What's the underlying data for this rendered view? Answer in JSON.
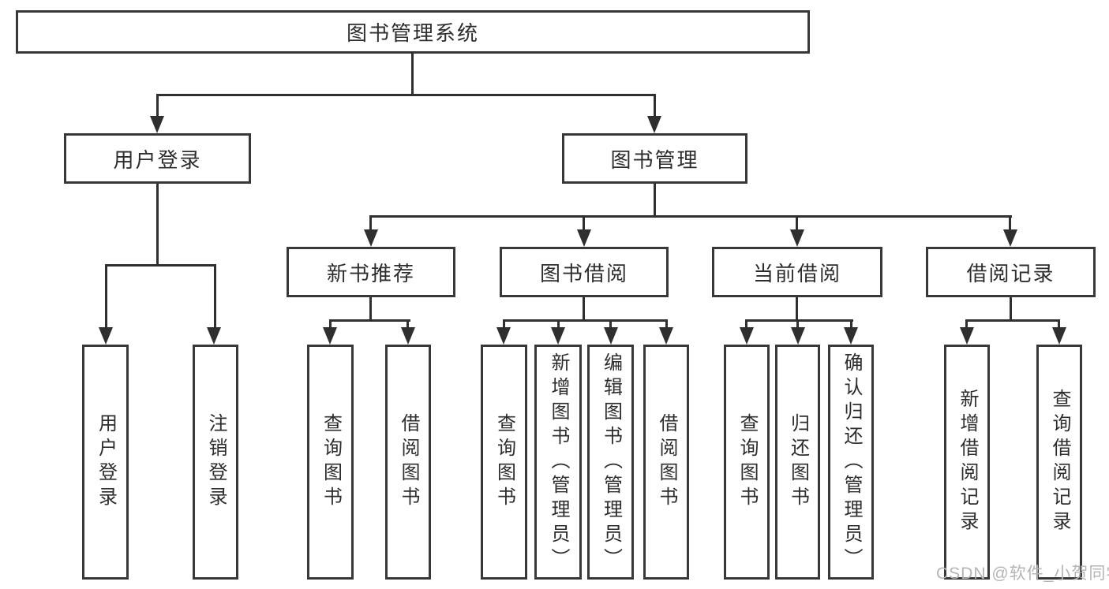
{
  "diagram": {
    "root": {
      "label": "图书管理系统"
    },
    "user_login": {
      "label": "用户登录",
      "children": [
        {
          "label": "用户登录"
        },
        {
          "label": "注销登录"
        }
      ]
    },
    "book_mgmt": {
      "label": "图书管理",
      "children": [
        {
          "label": "新书推荐",
          "children": [
            {
              "label": "查询图书"
            },
            {
              "label": "借阅图书"
            }
          ]
        },
        {
          "label": "图书借阅",
          "children": [
            {
              "label": "查询图书"
            },
            {
              "label": "新增图书（管理员）"
            },
            {
              "label": "编辑图书（管理员）"
            },
            {
              "label": "借阅图书"
            }
          ]
        },
        {
          "label": "当前借阅",
          "children": [
            {
              "label": "查询图书"
            },
            {
              "label": "归还图书"
            },
            {
              "label": "确认归还（管理员）"
            }
          ]
        },
        {
          "label": "借阅记录",
          "children": [
            {
              "label": "新增借阅记录"
            },
            {
              "label": "查询借阅记录"
            }
          ]
        }
      ]
    }
  },
  "watermark": {
    "text": "CSDN @软件_小贺同学"
  },
  "colors": {
    "background": "#ffffff",
    "line": "#2f2f2f",
    "box_border": "#383838",
    "text": "#2d2d2d",
    "watermark": "#b5b5b5"
  }
}
